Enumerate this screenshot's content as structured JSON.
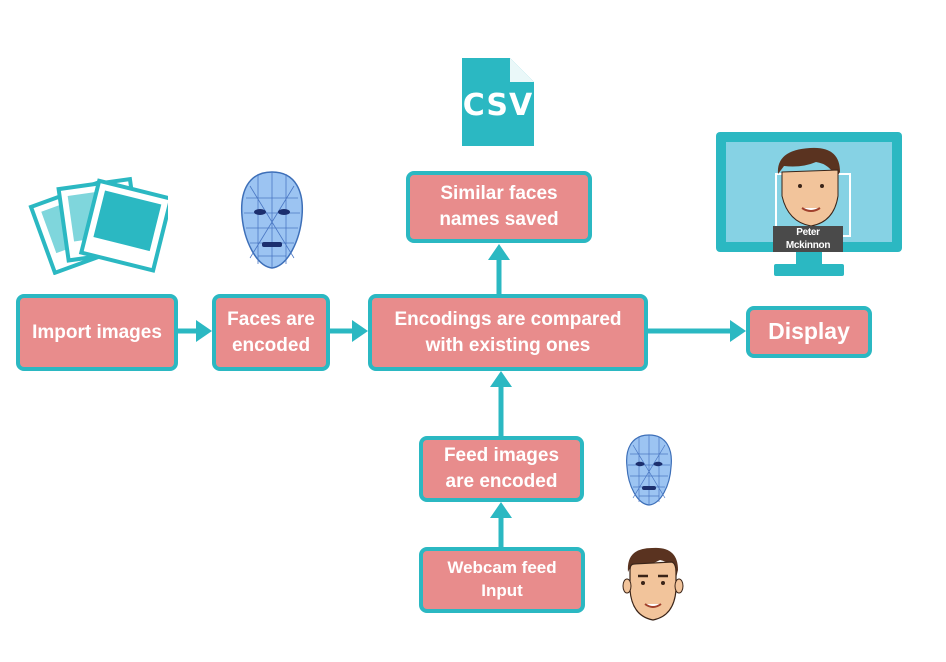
{
  "nodes": {
    "import_images": "Import images",
    "faces_encoded": "Faces are\nencoded",
    "encodings_compared": "Encodings are  compared\nwith existing ones",
    "display": "Display",
    "similar_faces": "Similar faces\nnames saved",
    "feed_images": "Feed images\n are encoded",
    "webcam_feed": "Webcam feed\nInput"
  },
  "icons": {
    "csv_label": "CSV",
    "monitor_name_tag": "Peter Mckinnon"
  },
  "colors": {
    "box_fill": "#e88c8c",
    "accent": "#2bb8c2",
    "text": "#ffffff"
  }
}
